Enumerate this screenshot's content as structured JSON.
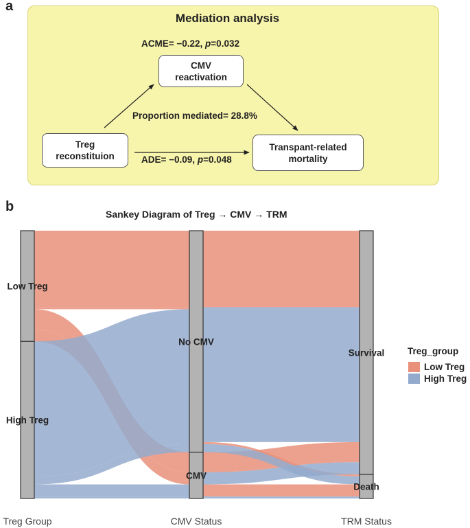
{
  "panel_a": {
    "label": "a",
    "title": "Mediation analysis",
    "acme": {
      "prefix": "ACME= −0.22, ",
      "p": "p",
      "suffix": "=0.032"
    },
    "node_cmv": "CMV\nreactivation",
    "node_treg": "Treg\nreconstituion",
    "node_trm": "Transpant-related\nmortality",
    "proportion": "Proportion mediated= 28.8%",
    "ade": {
      "prefix": "ADE= −0.09, ",
      "p": "p",
      "suffix": "=0.048"
    }
  },
  "panel_b": {
    "label": "b",
    "title": "Sankey Diagram of Treg → CMV  → TRM"
  },
  "chart_data": {
    "type": "sankey",
    "title": "Sankey Diagram of Treg → CMV  → TRM",
    "axes": [
      "Treg Group",
      "CMV Status",
      "TRM Status"
    ],
    "stages": [
      {
        "name": "Treg Group",
        "nodes": [
          "Low Treg",
          "High Treg"
        ]
      },
      {
        "name": "CMV Status",
        "nodes": [
          "No CMV",
          "CMV"
        ]
      },
      {
        "name": "TRM Status",
        "nodes": [
          "Survival",
          "Death"
        ]
      }
    ],
    "legend": {
      "title": "Treg_group",
      "position": "right",
      "entries": [
        "Low Treg",
        "High Treg"
      ]
    },
    "colors": {
      "Low Treg": "#e9907a",
      "High Treg": "#94aacd",
      "node": "#b3b3b3"
    },
    "flows": [
      {
        "group": "Low Treg",
        "cmv": "No CMV",
        "trm": "Survival",
        "value": 38
      },
      {
        "group": "Low Treg",
        "cmv": "No CMV",
        "trm": "Death",
        "value": 1
      },
      {
        "group": "Low Treg",
        "cmv": "CMV",
        "trm": "Survival",
        "value": 10
      },
      {
        "group": "Low Treg",
        "cmv": "CMV",
        "trm": "Death",
        "value": 6
      },
      {
        "group": "High Treg",
        "cmv": "No CMV",
        "trm": "Survival",
        "value": 67
      },
      {
        "group": "High Treg",
        "cmv": "No CMV",
        "trm": "Death",
        "value": 4
      },
      {
        "group": "High Treg",
        "cmv": "CMV",
        "trm": "Survival",
        "value": 6
      },
      {
        "group": "High Treg",
        "cmv": "CMV",
        "trm": "Death",
        "value": 1
      }
    ]
  }
}
